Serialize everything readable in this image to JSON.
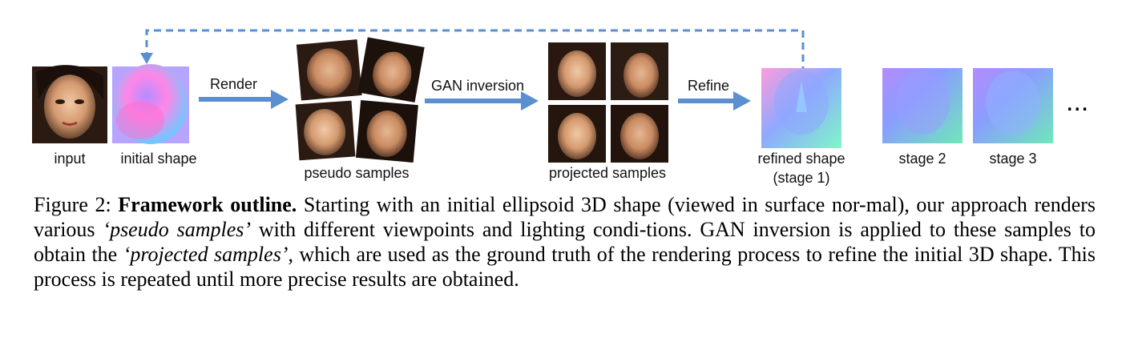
{
  "figure": {
    "labels": {
      "input": "input",
      "initial_shape": "initial shape",
      "pseudo_samples": "pseudo samples",
      "projected_samples": "projected samples",
      "refined_shape_line1": "refined shape",
      "refined_shape_line2": "(stage 1)",
      "stage2": "stage 2",
      "stage3": "stage 3",
      "ellipsis": "..."
    },
    "arrows": {
      "render": "Render",
      "gan_inversion": "GAN inversion",
      "refine": "Refine"
    },
    "colors": {
      "arrow": "#5b8fcf",
      "dashed": "#5b8fcf"
    }
  },
  "caption": {
    "prefix": "Figure 2: ",
    "bold_title": "Framework outline.",
    "part1": " Starting with an initial ellipsoid 3D shape (viewed in surface nor-mal), our approach renders various ",
    "italic1": "‘pseudo samples’",
    "part2": " with different viewpoints and lighting condi-tions. GAN inversion is applied to these samples to obtain the ",
    "italic2": "‘projected samples’",
    "part3": ", which are used as the ground truth of the rendering process to refine the initial 3D shape. This process is repeated until more precise results are obtained."
  }
}
